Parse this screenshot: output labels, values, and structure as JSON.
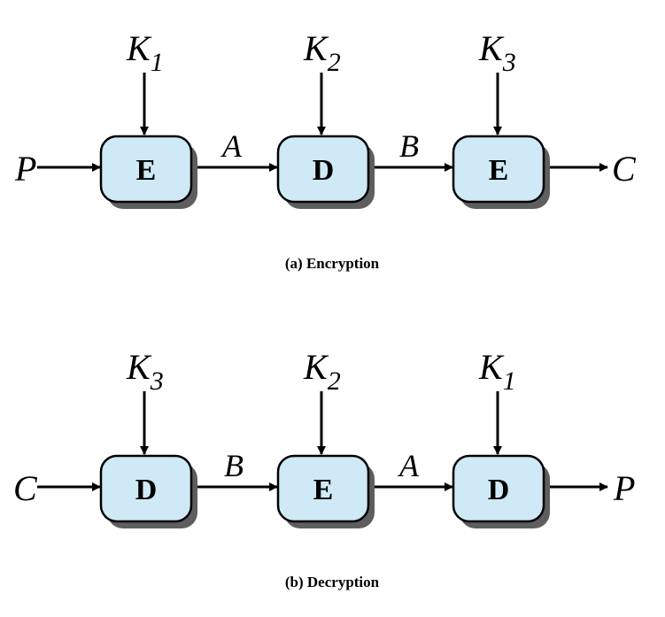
{
  "encryption": {
    "caption": "(a) Encryption",
    "input": "P",
    "output": "C",
    "stages": [
      {
        "op": "E",
        "key": "K",
        "key_sub": "1"
      },
      {
        "op": "D",
        "key": "K",
        "key_sub": "2"
      },
      {
        "op": "E",
        "key": "K",
        "key_sub": "3"
      }
    ],
    "links": [
      "A",
      "B"
    ]
  },
  "decryption": {
    "caption": "(b) Decryption",
    "input": "C",
    "output": "P",
    "stages": [
      {
        "op": "D",
        "key": "K",
        "key_sub": "3"
      },
      {
        "op": "E",
        "key": "K",
        "key_sub": "2"
      },
      {
        "op": "D",
        "key": "K",
        "key_sub": "1"
      }
    ],
    "links": [
      "B",
      "A"
    ]
  },
  "colors": {
    "box_fill": "#cfe9f6",
    "box_stroke": "#000000",
    "shadow": "#5e5e5e"
  }
}
